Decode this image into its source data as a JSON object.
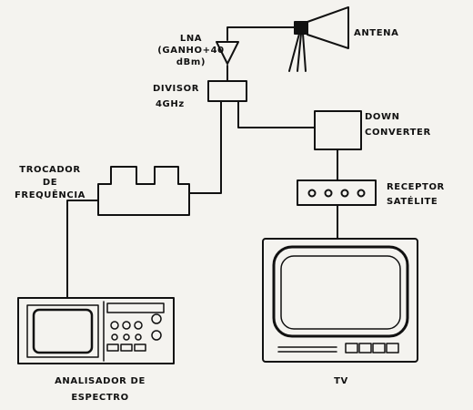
{
  "labels": {
    "antenna": "ANTENA",
    "lna_name": "LNA",
    "lna_gain": "(GANHO+40",
    "lna_unit": "dBm)",
    "divider_name": "DIVISOR",
    "divider_freq": "4GHz",
    "down_converter_line1": "DOWN",
    "down_converter_line2": "CONVERTER",
    "exchanger_line1": "TROCADOR",
    "exchanger_line2": "DE",
    "exchanger_line3": "FREQUÊNCIA",
    "receiver_line1": "RECEPTOR",
    "receiver_line2": "SATÉLITE",
    "analyzer_line1": "ANALISADOR  DE",
    "analyzer_line2": "ESPECTRO",
    "tv": "TV"
  },
  "colors": {
    "ink": "#111111",
    "paper": "#f4f3ef"
  }
}
